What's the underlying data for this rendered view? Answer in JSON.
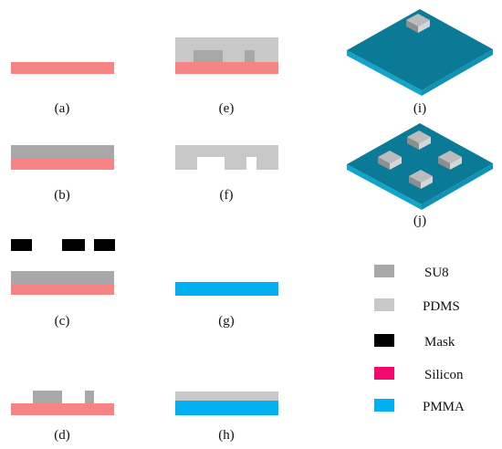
{
  "captions": {
    "a": "(a)",
    "b": "(b)",
    "c": "(c)",
    "d": "(d)",
    "e": "(e)",
    "f": "(f)",
    "g": "(g)",
    "h": "(h)",
    "i": "(i)",
    "j": "(j)"
  },
  "legend": [
    {
      "key": "su8",
      "label": "SU8",
      "color": "#a8a8a8"
    },
    {
      "key": "pdms",
      "label": "PDMS",
      "color": "#c8c8c8"
    },
    {
      "key": "mask",
      "label": "Mask",
      "color": "#000000"
    },
    {
      "key": "silicon",
      "label": "Silicon",
      "color": "#f2096f"
    },
    {
      "key": "pmma",
      "label": "PMMA",
      "color": "#00b0f0"
    }
  ],
  "colors": {
    "silicon_layer": "#f78484",
    "su8": "#a8a8a8",
    "pdms": "#c8c8c8",
    "mask": "#000000",
    "pmma": "#00b0f0",
    "plate_top": "#0b7a96",
    "plate_side": "#12a5c9",
    "cube_top": "#bcbcbc",
    "cube_left": "#8e8e8e",
    "cube_right": "#d6d6d6"
  }
}
